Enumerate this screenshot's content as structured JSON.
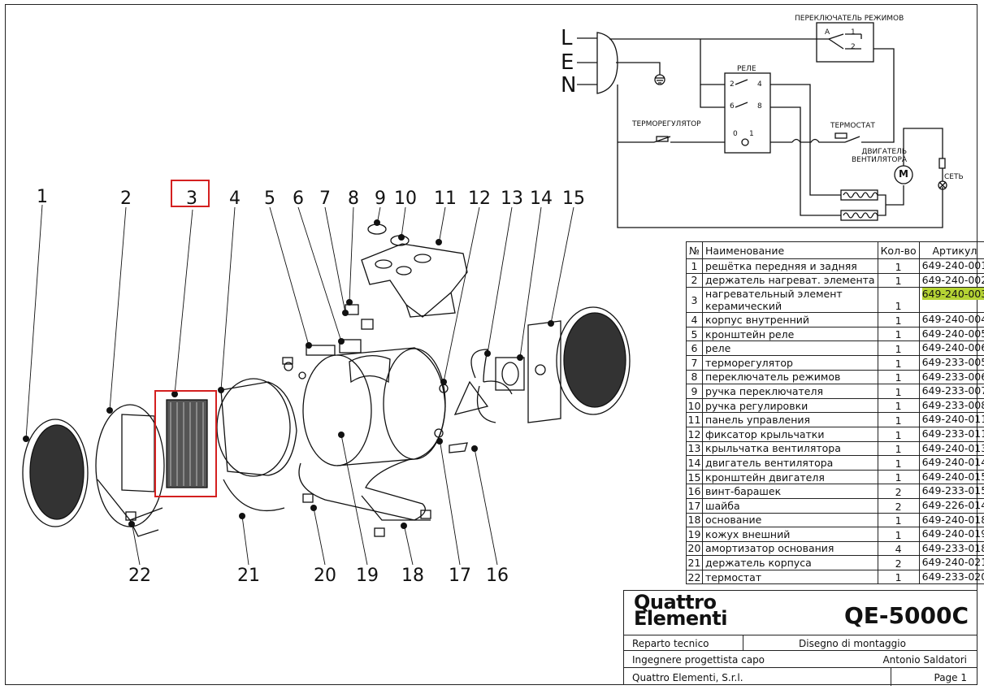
{
  "wiring": {
    "terminals": [
      "L",
      "E",
      "N"
    ],
    "mode_switch": "ПЕРЕКЛЮЧАТЕЛЬ РЕЖИМОВ",
    "mode_switch_contacts": [
      "A",
      "1",
      "2"
    ],
    "relay": "РЕЛЕ",
    "relay_contacts": [
      "2",
      "4",
      "6",
      "8",
      "0",
      "1"
    ],
    "thermoregulator": "ТЕРМОРЕГУЛЯТОР",
    "thermostat": "ТЕРМОСТАТ",
    "fan_motor": "ДВИГАТЕЛЬ\nВЕНТИЛЯТОРА",
    "motor_symbol": "M",
    "mains": "СЕТЬ"
  },
  "callouts": {
    "top": [
      "1",
      "2",
      "3",
      "4",
      "5",
      "6",
      "7",
      "8",
      "9",
      "10",
      "11",
      "12",
      "13",
      "14",
      "15"
    ],
    "bottom": [
      "22",
      "21",
      "20",
      "19",
      "18",
      "17",
      "16"
    ]
  },
  "parts_table": {
    "headers": [
      "№",
      "Наименование",
      "Кол-во",
      "Артикул"
    ],
    "rows": [
      {
        "n": "1",
        "name": "решётка передняя и задняя",
        "qty": "1",
        "art": "649-240-001"
      },
      {
        "n": "2",
        "name": "держатель нагреват. элемента",
        "qty": "1",
        "art": "649-240-002"
      },
      {
        "n": "3",
        "name": "нагревательный элемент",
        "name2": "керамический",
        "qty": "1",
        "art": "649-240-003",
        "highlight": true
      },
      {
        "n": "4",
        "name": "корпус внутренний",
        "qty": "1",
        "art": "649-240-004"
      },
      {
        "n": "5",
        "name": "кронштейн реле",
        "qty": "1",
        "art": "649-240-005"
      },
      {
        "n": "6",
        "name": "реле",
        "qty": "1",
        "art": "649-240-006"
      },
      {
        "n": "7",
        "name": "терморегулятор",
        "qty": "1",
        "art": "649-233-005"
      },
      {
        "n": "8",
        "name": "переключатель режимов",
        "qty": "1",
        "art": "649-233-006"
      },
      {
        "n": "9",
        "name": "ручка переключателя",
        "qty": "1",
        "art": "649-233-007"
      },
      {
        "n": "10",
        "name": "ручка регулировки",
        "qty": "1",
        "art": "649-233-008"
      },
      {
        "n": "11",
        "name": "панель управления",
        "qty": "1",
        "art": "649-240-011"
      },
      {
        "n": "12",
        "name": "фиксатор крыльчатки",
        "qty": "1",
        "art": "649-233-011"
      },
      {
        "n": "13",
        "name": "крыльчатка вентилятора",
        "qty": "1",
        "art": "649-240-013"
      },
      {
        "n": "14",
        "name": "двигатель вентилятора",
        "qty": "1",
        "art": "649-240-014"
      },
      {
        "n": "15",
        "name": "кронштейн двигателя",
        "qty": "1",
        "art": "649-240-015"
      },
      {
        "n": "16",
        "name": "винт-барашек",
        "qty": "2",
        "art": "649-233-015"
      },
      {
        "n": "17",
        "name": "шайба",
        "qty": "2",
        "art": "649-226-014"
      },
      {
        "n": "18",
        "name": "основание",
        "qty": "1",
        "art": "649-240-018"
      },
      {
        "n": "19",
        "name": "кожух внешний",
        "qty": "1",
        "art": "649-240-019"
      },
      {
        "n": "20",
        "name": "амортизатор основания",
        "qty": "4",
        "art": "649-233-018"
      },
      {
        "n": "21",
        "name": "держатель корпуса",
        "qty": "2",
        "art": "649-240-021"
      },
      {
        "n": "22",
        "name": "термостат",
        "qty": "1",
        "art": "649-233-020"
      }
    ]
  },
  "title_block": {
    "brand_line1": "Quattro",
    "brand_line2": "Elementi",
    "model": "QE-5000C",
    "dept_label": "Reparto tecnico",
    "drawing_type": "Disegno di montaggio",
    "engineer_label": "Ingegnere progettista capo",
    "engineer_name": "Antonio Saldatori",
    "company": "Quattro Elementi, S.r.l.",
    "page": "Page 1"
  }
}
